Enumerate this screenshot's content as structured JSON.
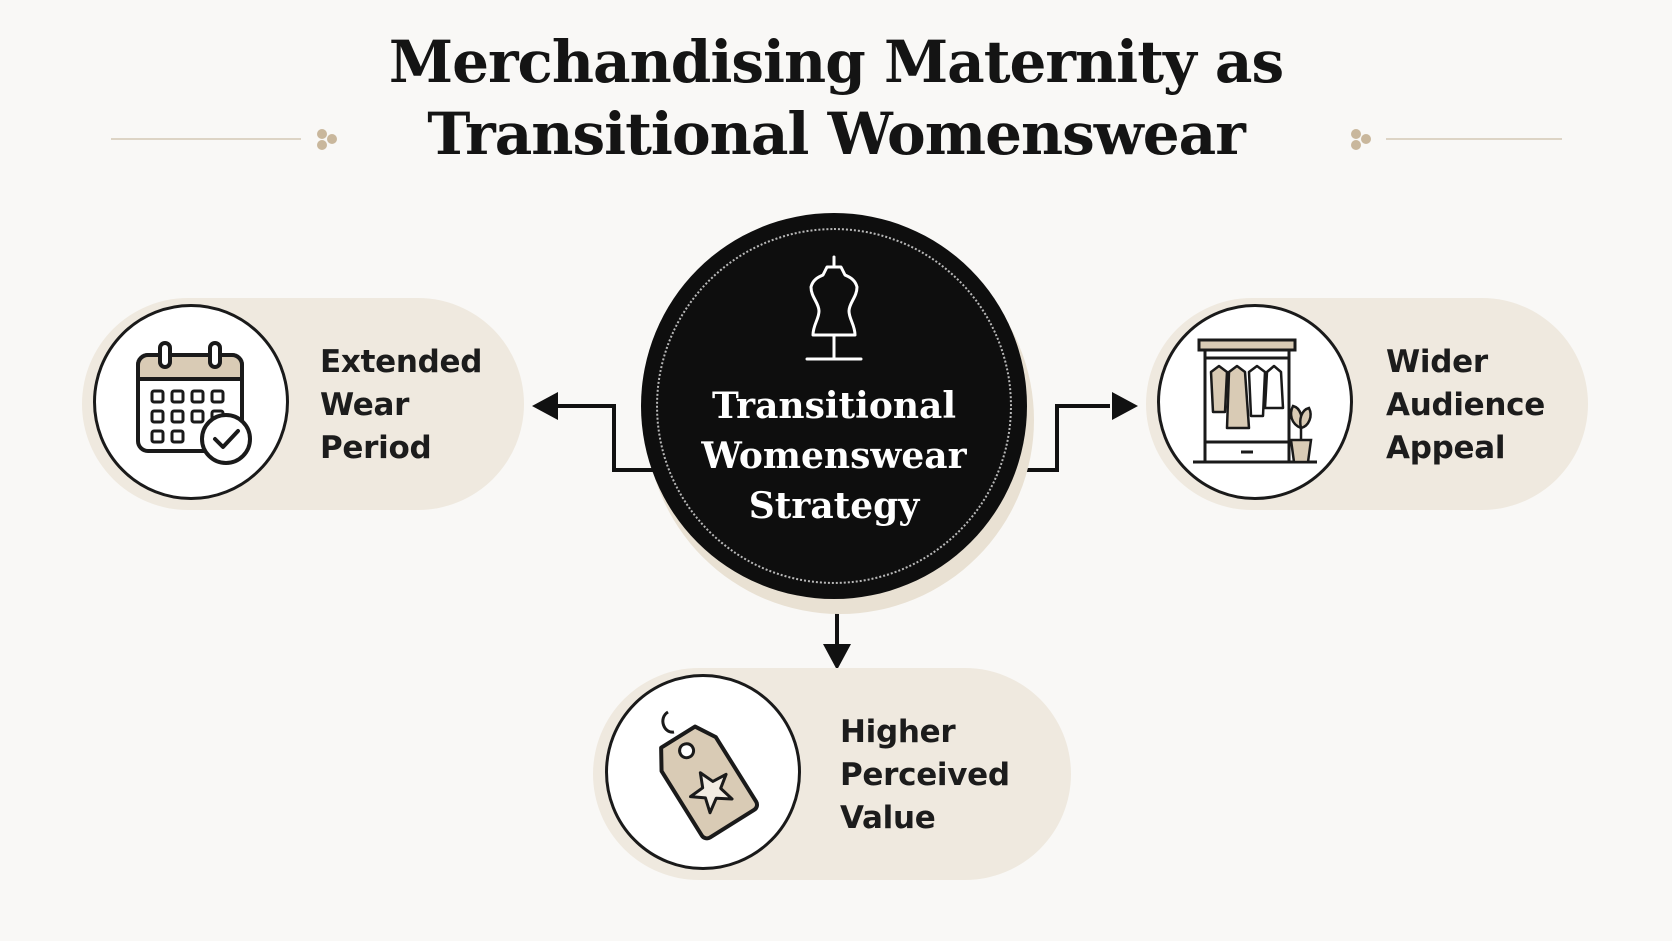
{
  "title": {
    "line1": "Merchandising Maternity as",
    "line2": "Transitional Womenswear"
  },
  "hub": {
    "line1": "Transitional",
    "line2": "Womenswear",
    "line3": "Strategy",
    "icon": "dress-form-icon"
  },
  "nodes": [
    {
      "id": "left",
      "icon": "calendar-check-icon",
      "lines": [
        "Extended",
        "Wear",
        "Period"
      ]
    },
    {
      "id": "right",
      "icon": "wardrobe-icon",
      "lines": [
        "Wider",
        "Audience",
        "Appeal"
      ]
    },
    {
      "id": "bottom",
      "icon": "price-tag-star-icon",
      "lines": [
        "Higher",
        "Perceived",
        "Value"
      ]
    }
  ],
  "colors": {
    "background": "#f9f8f6",
    "pill": "#efe9df",
    "hub": "#0e0e0e",
    "accent": "#c9b79c",
    "ink": "#1a1a1a"
  }
}
